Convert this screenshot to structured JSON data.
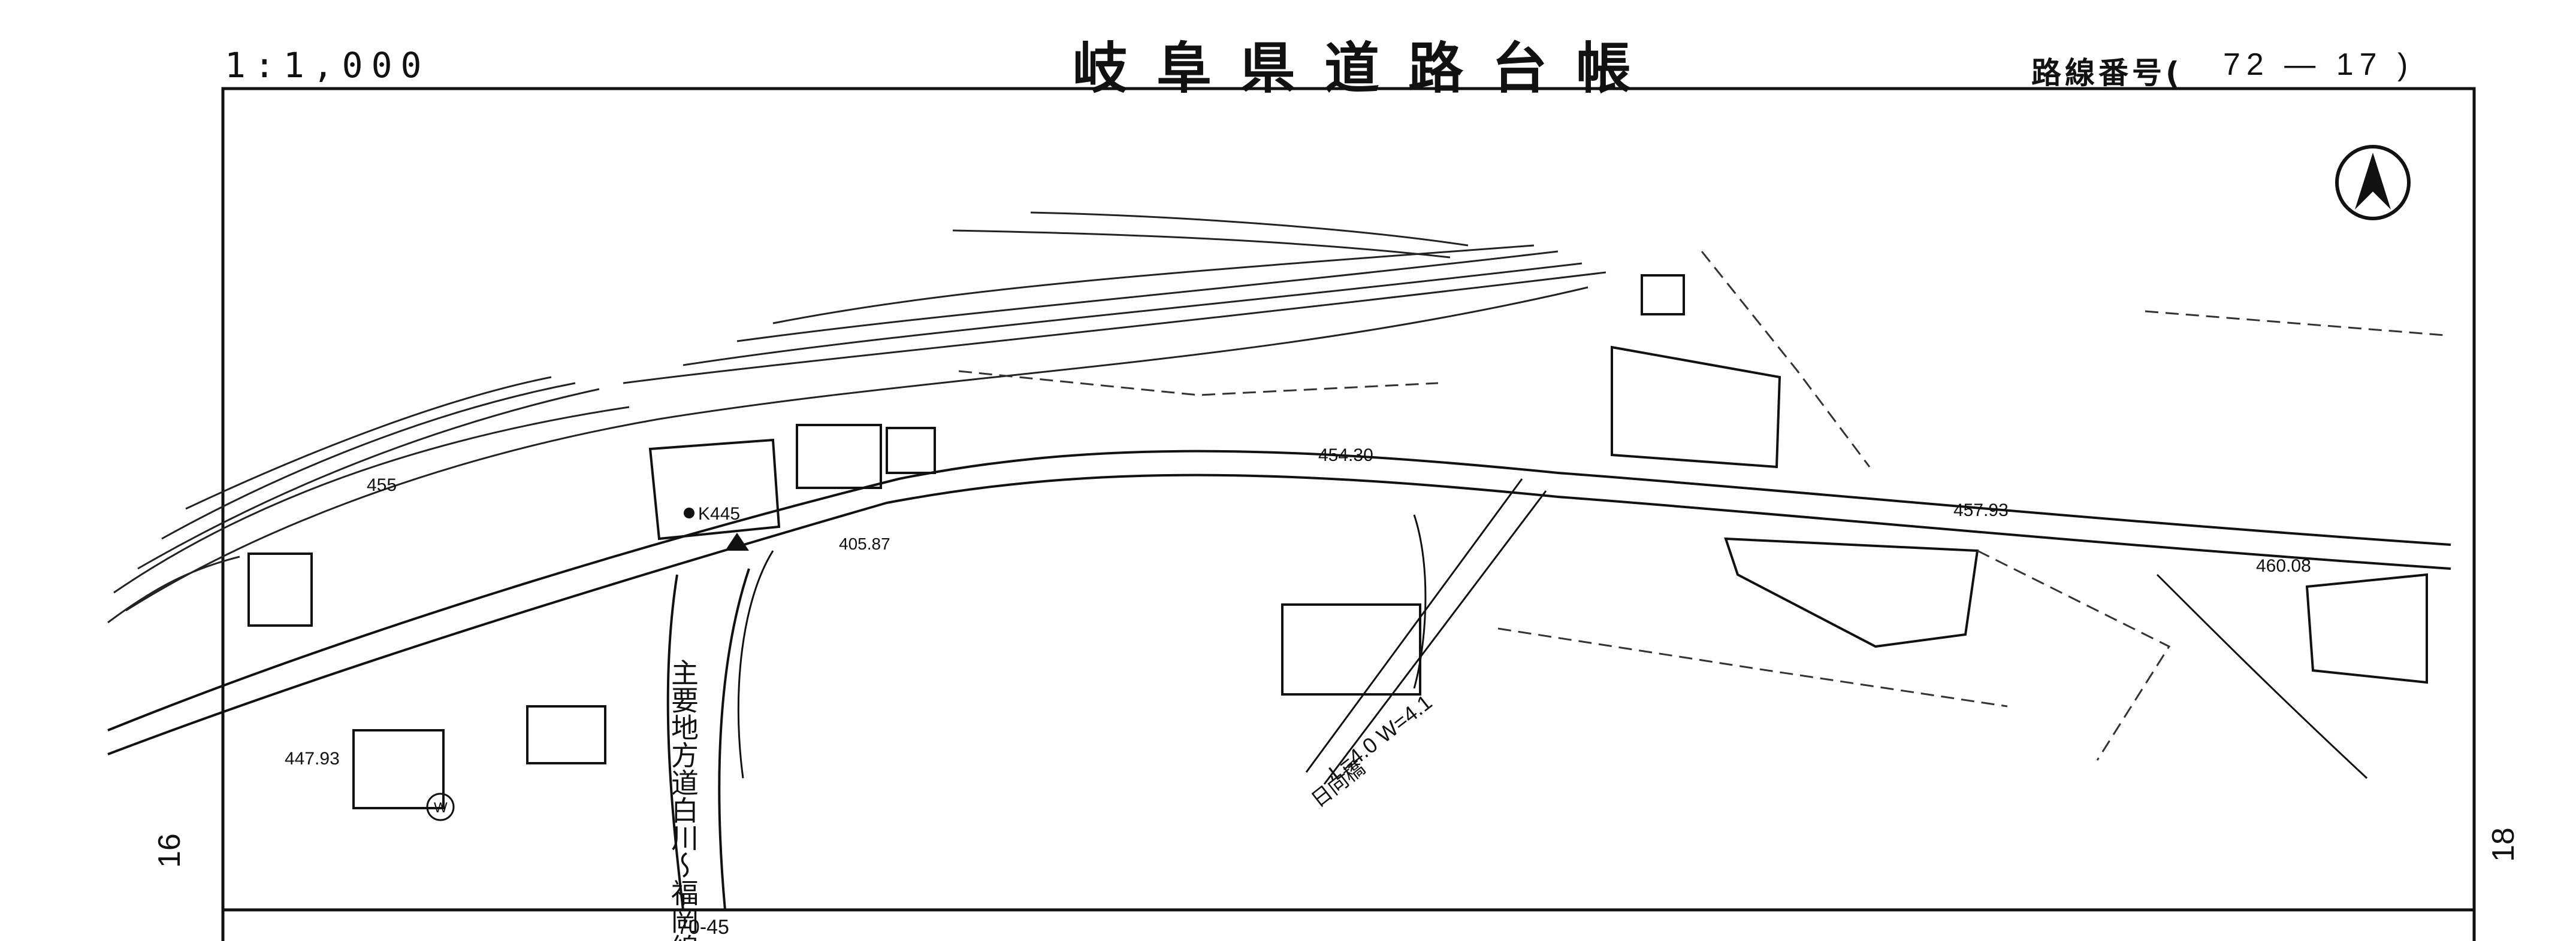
{
  "header": {
    "scale": "1:1,000",
    "title": "岐阜県道路台帳",
    "route_label": "路線番号(",
    "route_number": "72 — 17 )"
  },
  "map": {
    "contour_labels": [
      "455"
    ],
    "benchmark_label": "K445",
    "elevation_labels": [
      "454.30",
      "457.93",
      "460.08",
      "447.93",
      "405.87"
    ],
    "road_name": "主要地方道白川～福岡線",
    "bridge_dims": "L=4.0 W=4.1",
    "bridge_name": "日向橋",
    "bottom_ref": "70-45",
    "left_sheet_ref": "16",
    "right_sheet_ref": "18",
    "north_symbol": "north-arrow-icon",
    "well_symbol": "W"
  },
  "colors": {
    "ink": "#111111",
    "paper": "#ffffff"
  }
}
